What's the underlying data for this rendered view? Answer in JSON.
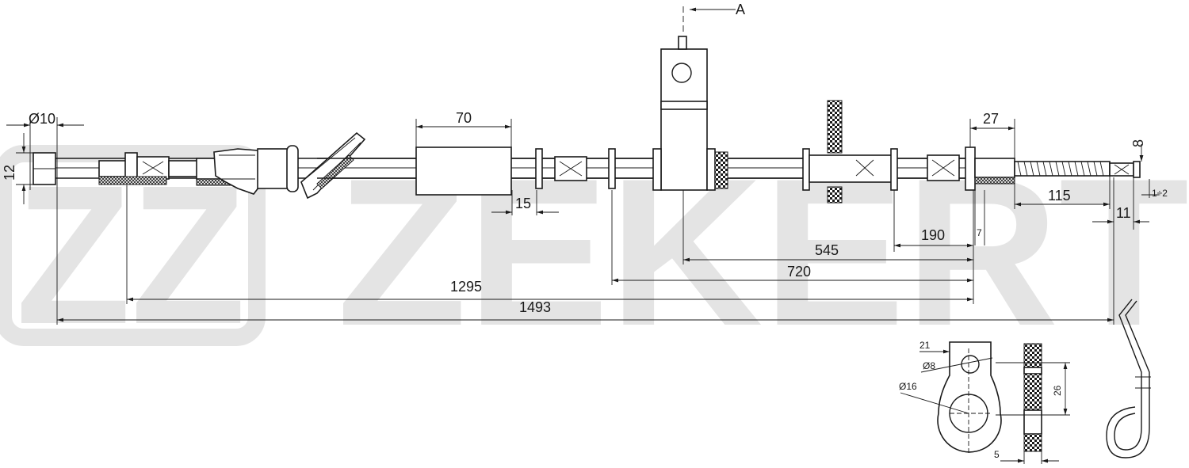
{
  "watermark": {
    "brand": "ZEKERT",
    "logo_letters": "ZZ",
    "color": "#e4e4e4"
  },
  "view_label": "A",
  "dimensions": {
    "d_end": "Ø10",
    "end_height": "12",
    "sleeve_length": "70",
    "sleeve_gap": "15",
    "fitting_len": "27",
    "spring_len": "115",
    "end_len": "11",
    "eight": "8",
    "one_two": "1÷2",
    "seven": "7",
    "d190": "190",
    "d545": "545",
    "d720": "720",
    "d1295": "1295",
    "d1493": "1493"
  },
  "bracket_detail": {
    "w21": "21",
    "d8": "Ø8",
    "d16": "Ø16",
    "h26": "26",
    "t5": "5"
  },
  "colors": {
    "line": "#1a1a1a",
    "watermark": "#e4e4e4"
  }
}
